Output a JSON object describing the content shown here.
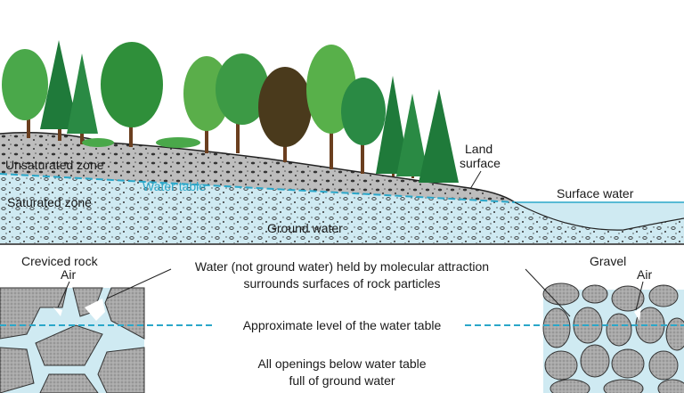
{
  "labels": {
    "unsaturated_zone": "Unsaturated zone",
    "water_table": "Water table",
    "saturated_zone": "Saturated zone",
    "ground_water": "Ground water",
    "land_surface_line1": "Land",
    "land_surface_line2": "surface",
    "surface_water": "Surface water",
    "creviced_rock": "Creviced rock",
    "gravel": "Gravel",
    "air_left": "Air",
    "air_right": "Air",
    "molecular_line1": "Water (not ground water) held by molecular attraction",
    "molecular_line2": "surrounds surfaces of rock particles",
    "approx_level": "Approximate level of the water table",
    "openings_line1": "All openings below water table",
    "openings_line2": "full of ground water"
  },
  "colors": {
    "water": "#cfeaf2",
    "water_line": "#2aa7c9",
    "rock": "#b9b9b9",
    "tree_dark": "#1f7a3a",
    "tree_light": "#4aa84a"
  }
}
